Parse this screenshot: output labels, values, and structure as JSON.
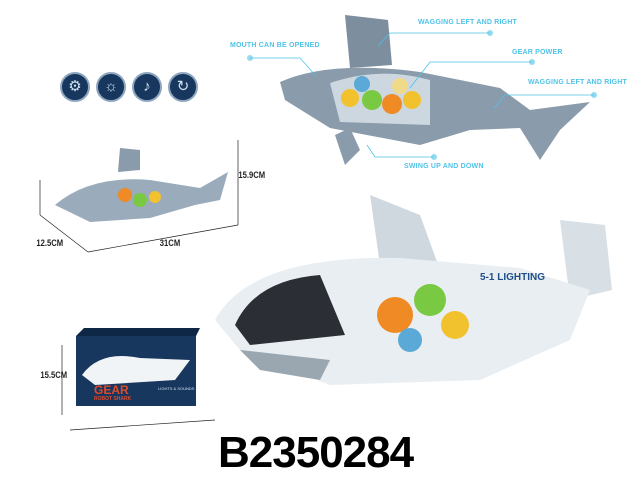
{
  "product_code": "B2350284",
  "callouts": {
    "mouth": "MOUTH CAN BE OPENED",
    "fin_top": "WAGGING LEFT AND RIGHT",
    "gear": "GEAR POWER",
    "tail": "WAGGING LEFT AND RIGHT",
    "flipper": "SWING UP AND DOWN"
  },
  "feature_icons": [
    "gears-icon",
    "light-bulb-icon",
    "sound-icon",
    "rotate-icon"
  ],
  "dimensions": {
    "height": "15.9CM",
    "depth": "12.5CM",
    "length": "31CM",
    "box_height": "15.5CM"
  },
  "box": {
    "title": "GEAR",
    "subtitle": "ROBOT SHARK",
    "tagline": "LIGHTS & SOUNDS",
    "body_label": "5-1 LIGHTING"
  },
  "colors": {
    "callout": "#4fc3e8",
    "box": "#17375e",
    "shark_grey": "#8a9bab",
    "title_red": "#e0492a"
  }
}
